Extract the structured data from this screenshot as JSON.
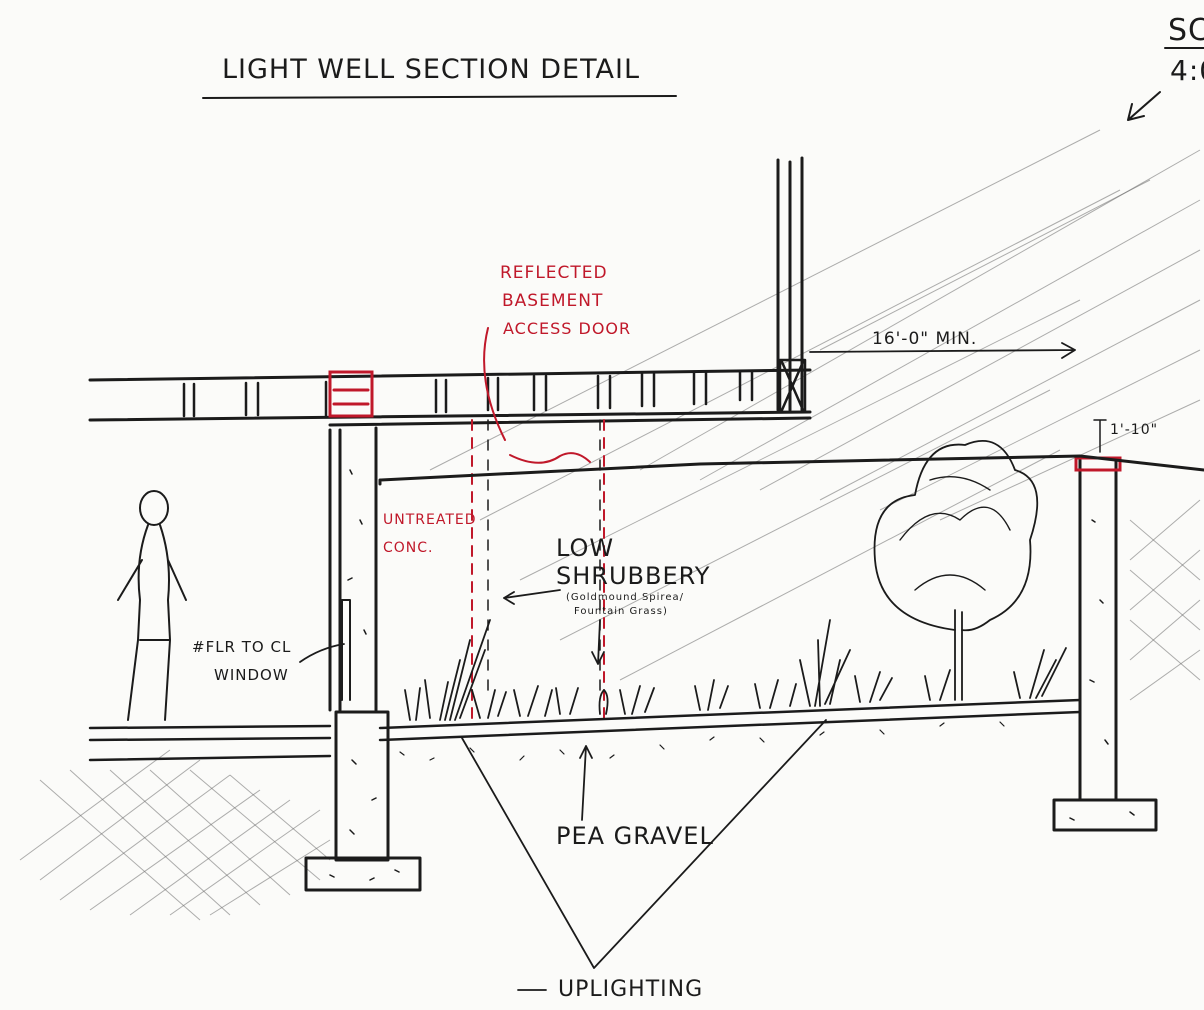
{
  "title": "LIGHT WELL SECTION DETAIL",
  "scale_label": "SC",
  "scale_value": "4:0",
  "labels": {
    "reflected_1": "REFLECTED",
    "reflected_2": "BASEMENT",
    "reflected_3": "ACCESS DOOR",
    "dimension_min": "16'-0\" MIN.",
    "dimension_small": "1'-10\"",
    "untreated_1": "UNTREATED",
    "untreated_2": "CONC.",
    "shrub_1": "LOW",
    "shrub_2": "SHRUBBERY",
    "shrub_note_1": "(Goldmound Spirea/",
    "shrub_note_2": "Fountain Grass)",
    "window_1": "#FLR TO CL",
    "window_2": "WINDOW",
    "gravel": "PEA GRAVEL",
    "uplighting": "UPLIGHTING"
  },
  "colors": {
    "ink": "#1b1b1b",
    "redline": "#c0182a",
    "paper": "#fbfbf9"
  }
}
